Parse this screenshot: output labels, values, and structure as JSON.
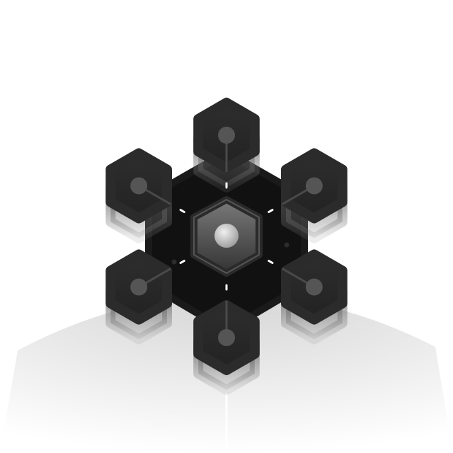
{
  "colors": {
    "background": "#ffffff",
    "floor": "#e8e8e8",
    "hub_body": "#111111",
    "node_body": "#2b2b2b",
    "node_dot": "#555555",
    "core_light": "#d8d8d8",
    "connector_dash": "#ffffff"
  },
  "icon": {
    "name": "hexagon-network-hub-icon",
    "nodes": [
      "top",
      "upper-right",
      "lower-right",
      "bottom",
      "lower-left",
      "upper-left"
    ]
  }
}
